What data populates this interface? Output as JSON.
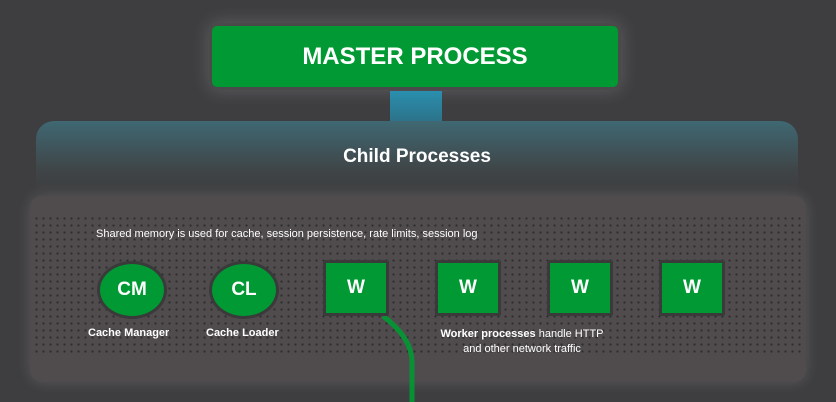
{
  "master": "MASTER PROCESS",
  "child": "Child Processes",
  "shared_note": "Shared memory is used for cache, session persistence, rate limits, session log",
  "nodes": {
    "cm": "CM",
    "cl": "CL",
    "w": "W"
  },
  "labels": {
    "cm": "Cache Manager",
    "cl": "Cache Loader",
    "worker_bold": "Worker processes",
    "worker_rest": " handle HTTP",
    "worker_line2": "and other network traffic"
  },
  "colors": {
    "green": "#009933",
    "teal": "#2a8fae",
    "bg": "#3e3e40"
  }
}
